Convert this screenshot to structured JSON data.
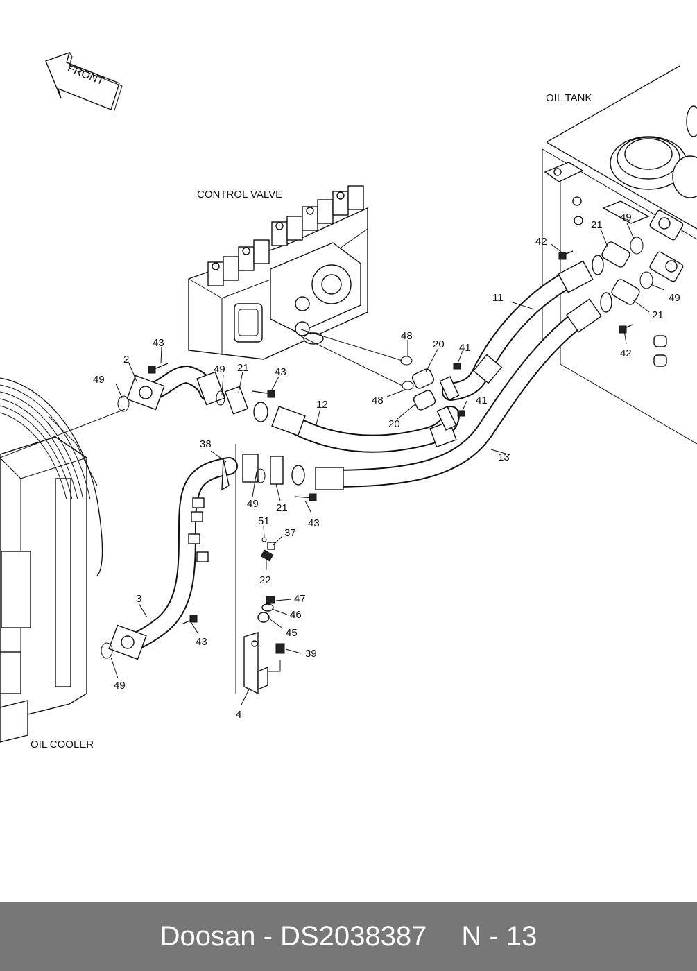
{
  "labels": {
    "front": "FRONT",
    "oil_tank": "OIL TANK",
    "control_valve": "CONTROL VALVE",
    "oil_cooler": "OIL COOLER"
  },
  "callouts": {
    "p2": "2",
    "p3": "3",
    "p4": "4",
    "p11": "11",
    "p12": "12",
    "p13": "13",
    "p20a": "20",
    "p20b": "20",
    "p21a": "21",
    "p21b": "21",
    "p21c": "21",
    "p21d": "21",
    "p22": "22",
    "p37": "37",
    "p38": "38",
    "p39": "39",
    "p41a": "41",
    "p41b": "41",
    "p42a": "42",
    "p42b": "42",
    "p43a": "43",
    "p43b": "43",
    "p43c": "43",
    "p43d": "43",
    "p45": "45",
    "p46": "46",
    "p47": "47",
    "p48a": "48",
    "p48b": "48",
    "p49a": "49",
    "p49b": "49",
    "p49c": "49",
    "p49d": "49",
    "p49e": "49",
    "p49f": "49",
    "p51": "51"
  },
  "footer": {
    "brand_part": "Doosan - DS2038387",
    "page": "N - 13"
  },
  "colors": {
    "footer_bg": "#777777",
    "footer_text": "#ffffff",
    "line": "#111111"
  }
}
